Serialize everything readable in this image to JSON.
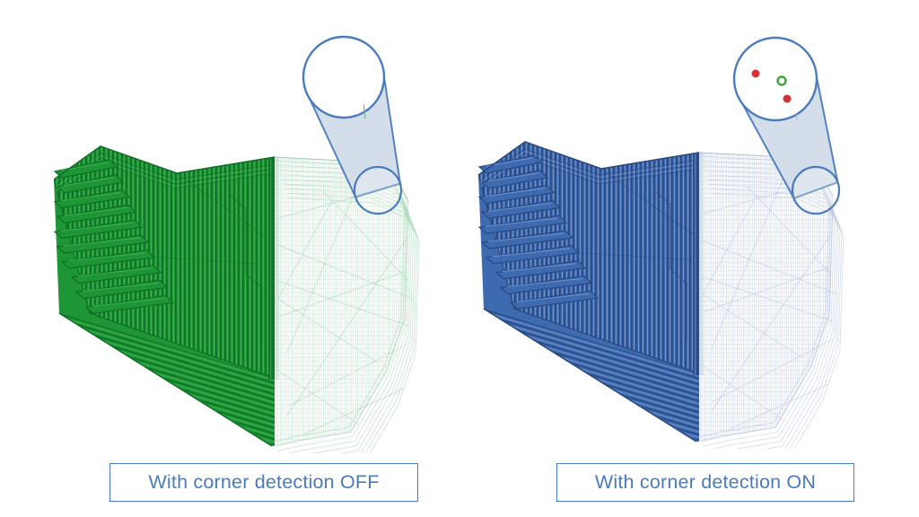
{
  "slide": {
    "background": "#ffffff",
    "accent_color": "#4a7cbc",
    "cone_fill_color": "#d2dde9"
  },
  "panels": [
    {
      "name": "corner-detection-off",
      "caption": "With corner detection OFF",
      "state": "OFF",
      "model": {
        "solid_color": "#1f9636",
        "outline_color": "#0e7026",
        "highlight_color": "#3cb152",
        "wireframe_color": "#c9e5d2",
        "wireframe_accent_color": "#8fc7a1",
        "lens_line_color": "#6fb07d"
      },
      "magnifier": {
        "icon": "magnifier-callout",
        "markers": []
      }
    },
    {
      "name": "corner-detection-on",
      "caption": "With corner detection ON",
      "state": "ON",
      "model": {
        "solid_color": "#3e6ab0",
        "outline_color": "#29497f",
        "highlight_color": "#6e92cf",
        "wireframe_color": "#ccd6e8",
        "wireframe_accent_color": "#a6b5d8",
        "lens_line_color": "#a9b4d2"
      },
      "magnifier": {
        "icon": "magnifier-callout",
        "markers": [
          {
            "kind": "missed-corner-marker",
            "color": "#d43333",
            "x": 42,
            "y": 50
          },
          {
            "kind": "detected-corner-marker",
            "color": "#38a43c",
            "x": 71,
            "y": 58
          },
          {
            "kind": "missed-corner-marker",
            "color": "#d43333",
            "x": 77,
            "y": 78
          }
        ]
      }
    }
  ]
}
